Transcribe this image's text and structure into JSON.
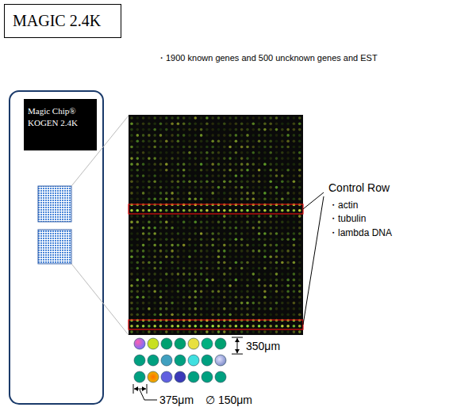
{
  "diagram": {
    "title": "MAGIC 2.4K",
    "nodes": [
      {
        "text": [
          "Magic Chip® KOGEN 2.4K"
        ]
      }
    ],
    "labels": [
      "・1900 known genes and 500 uncknown genes and EST",
      "Control Row",
      "・actin",
      "・tubulin",
      "・lambda DNA",
      "350μm",
      "375μm",
      "∅ 150μm"
    ]
  }
}
